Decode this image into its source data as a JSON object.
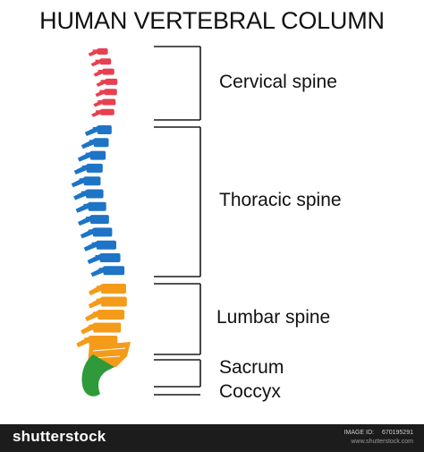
{
  "title": "HUMAN VERTEBRAL COLUMN",
  "colors": {
    "cervical": "#e8404f",
    "thoracic": "#1e74c6",
    "lumbar": "#f59b1a",
    "sacrum": "#f59b1a",
    "coccyx": "#2e9a3a",
    "bracket": "#1a1a1a"
  },
  "regions": [
    {
      "key": "cervical",
      "label": "Cervical spine",
      "vertebrae_count": 7
    },
    {
      "key": "thoracic",
      "label": "Thoracic spine",
      "vertebrae_count": 12
    },
    {
      "key": "lumbar",
      "label": "Lumbar spine",
      "vertebrae_count": 5
    },
    {
      "key": "sacrum",
      "label": "Sacrum",
      "vertebrae_count": 1
    },
    {
      "key": "coccyx",
      "label": "Coccyx",
      "vertebrae_count": 1
    }
  ],
  "footer": {
    "brand": "shutterstock",
    "image_id_label": "IMAGE ID:",
    "image_id": "670195291",
    "site": "www.shutterstock.com"
  }
}
